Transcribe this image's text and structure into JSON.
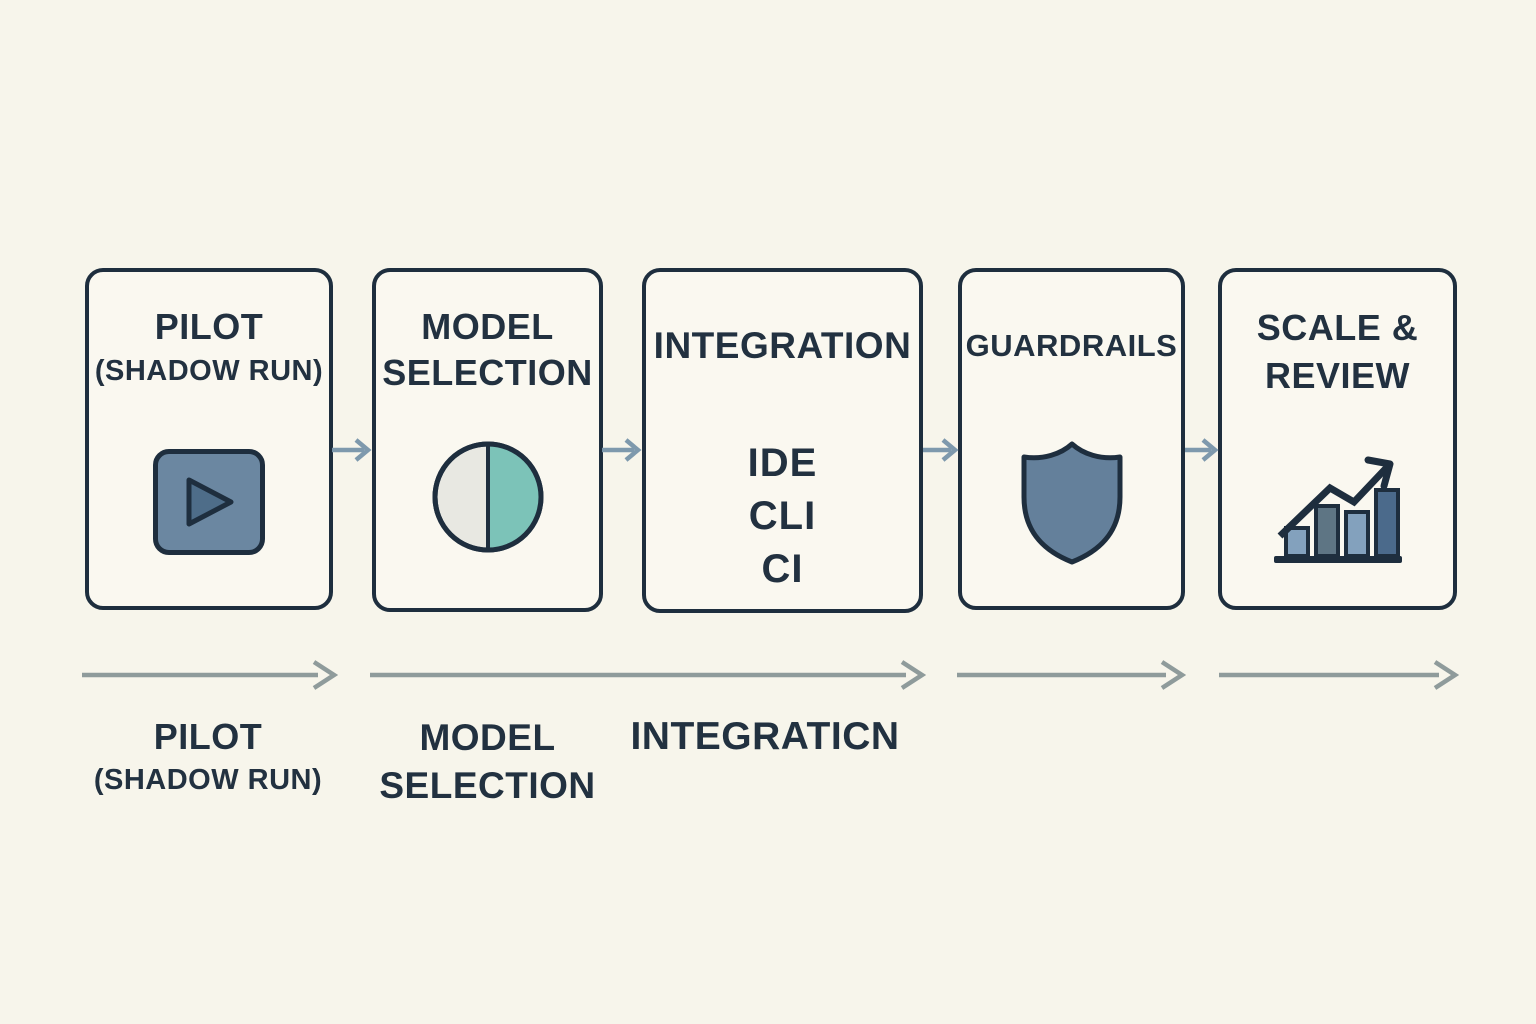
{
  "colors": {
    "background": "#f7f5eb",
    "box_fill": "#faf8f0",
    "outline_ink": "#1e2e3e",
    "title_text": "#223140",
    "play_button_fill": "#6b87a1",
    "play_triangle_fill": "#4e6d89",
    "pie_left_fill": "#e8e8e2",
    "pie_right_fill": "#7cc3b8",
    "shield_fill": "#64809b",
    "bar_light_fill": "#83a1bd",
    "bar_gray_fill": "#5e7584",
    "bar_dark_fill": "#4b6a8b",
    "step_arrow": "#7e99ad",
    "timeline_arrow": "#8f9b9b"
  },
  "steps": [
    {
      "title_line1": "PILOT",
      "title_line2": "(SHADOW RUN)",
      "icon": "play-icon"
    },
    {
      "title_line1": "MODEL",
      "title_line2": "SELECTION",
      "icon": "half-filled-circle-icon"
    },
    {
      "title_line1": "INTEGRATION",
      "items": [
        "IDE",
        "CLI",
        "CI"
      ]
    },
    {
      "title_line1": "GUARDRAILS",
      "icon": "shield-icon"
    },
    {
      "title_line1": "SCALE &",
      "title_line2": "REVIEW",
      "icon": "bar-chart-growth-icon"
    }
  ],
  "timeline_labels": [
    {
      "line1": "PILOT",
      "line2": "(SHADOW RUN)"
    },
    {
      "line1": "MODEL",
      "line2": "SELECTION"
    },
    {
      "line1": "INTEGRATICN"
    }
  ]
}
